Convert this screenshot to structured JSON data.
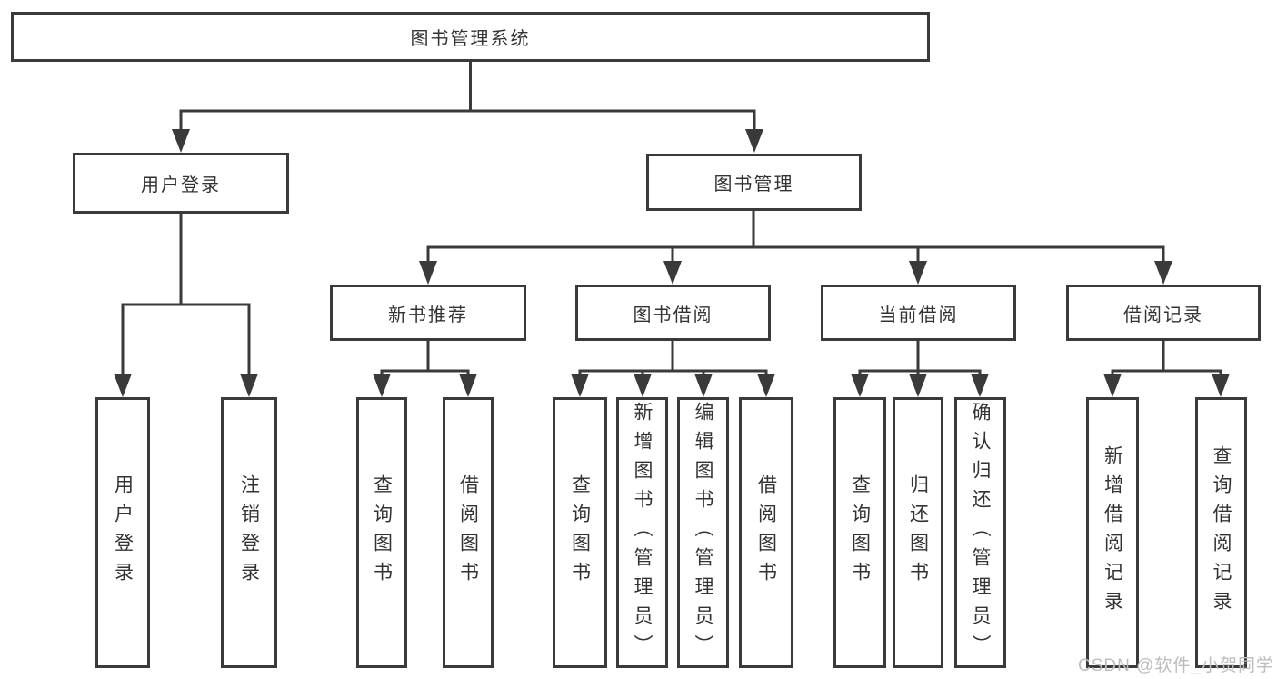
{
  "tree": {
    "label": "图书管理系统",
    "children": [
      {
        "label": "用户登录",
        "children": [
          {
            "label": "用户登录"
          },
          {
            "label": "注销登录"
          }
        ]
      },
      {
        "label": "图书管理",
        "children": [
          {
            "label": "新书推荐",
            "children": [
              {
                "label": "查询图书"
              },
              {
                "label": "借阅图书"
              }
            ]
          },
          {
            "label": "图书借阅",
            "children": [
              {
                "label": "查询图书"
              },
              {
                "label": "新增图书（管理员）"
              },
              {
                "label": "编辑图书（管理员）"
              },
              {
                "label": "借阅图书"
              }
            ]
          },
          {
            "label": "当前借阅",
            "children": [
              {
                "label": "查询图书"
              },
              {
                "label": "归还图书"
              },
              {
                "label": "确认归还（管理员）"
              }
            ]
          },
          {
            "label": "借阅记录",
            "children": [
              {
                "label": "新增借阅记录"
              },
              {
                "label": "查询借阅记录"
              }
            ]
          }
        ]
      }
    ]
  },
  "watermark": "CSDN @软件_小贺同学",
  "colors": {
    "line": "#3a3a3a",
    "text": "#333333",
    "watermark": "#bdbdbd",
    "background": "#ffffff"
  }
}
